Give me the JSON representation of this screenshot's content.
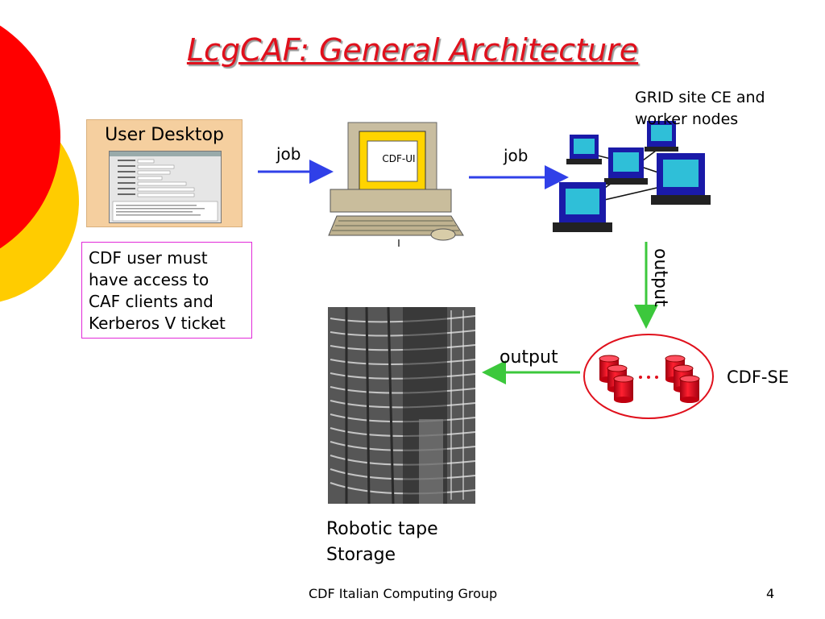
{
  "title": "LcgCAF: General Architecture",
  "user_desktop": {
    "label": "User Desktop"
  },
  "note": {
    "lines": [
      "CDF user must",
      "have access to",
      "CAF clients and",
      "Kerberos V ticket"
    ]
  },
  "cdf_ui": {
    "label": "CDF-UI"
  },
  "grid": {
    "lines": [
      "GRID site CE and",
      "worker nodes"
    ]
  },
  "edges": {
    "job1": "job",
    "job2": "job",
    "output_down": "output",
    "output_left": "output"
  },
  "cdf_se": {
    "label": "CDF-SE"
  },
  "tape": {
    "lines": [
      "Robotic tape",
      "Storage"
    ]
  },
  "footer": {
    "center": "CDF Italian Computing Group",
    "page": "4"
  },
  "colors": {
    "title": "#e0101c",
    "job_arrow": "#3040e8",
    "output_arrow": "#3cc83c",
    "se_ellipse": "#e0101c",
    "circle_red": "#ff0000",
    "circle_yellow": "#ffcc00"
  }
}
